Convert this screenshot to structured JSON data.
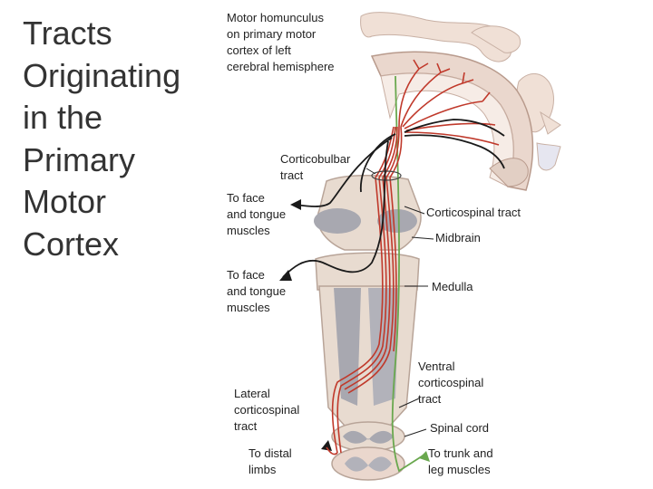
{
  "title": {
    "lines": [
      "Tracts",
      "Originating",
      "in the",
      "Primary",
      "Motor",
      "Cortex"
    ]
  },
  "diagram": {
    "labels": {
      "homunculus": [
        "Motor homunculus",
        "on primary motor",
        "cortex of left",
        "cerebral hemisphere"
      ],
      "corticobulbar": [
        "Corticobulbar",
        "tract"
      ],
      "face_tongue_1": [
        "To face",
        "and tongue",
        "muscles"
      ],
      "corticospinal": [
        "Corticospinal tract"
      ],
      "midbrain": [
        "Midbrain"
      ],
      "face_tongue_2": [
        "To face",
        "and tongue",
        "muscles"
      ],
      "medulla": [
        "Medulla"
      ],
      "ventral": [
        "Ventral",
        "corticospinal",
        "tract"
      ],
      "lateral": [
        "Lateral",
        "corticospinal",
        "tract"
      ],
      "spinal_cord": [
        "Spinal cord"
      ],
      "distal_limbs": [
        "To distal",
        "limbs"
      ],
      "trunk_leg": [
        "To trunk and",
        "leg muscles"
      ]
    },
    "colors": {
      "tract_red": "#c0392b",
      "tract_green": "#6aa84f",
      "nerve_black": "#1a1a1a",
      "tissue_beige": "#e8dbd0",
      "tissue_grey": "#a8a8b0",
      "cortex_pink": "#ead7cd"
    }
  }
}
